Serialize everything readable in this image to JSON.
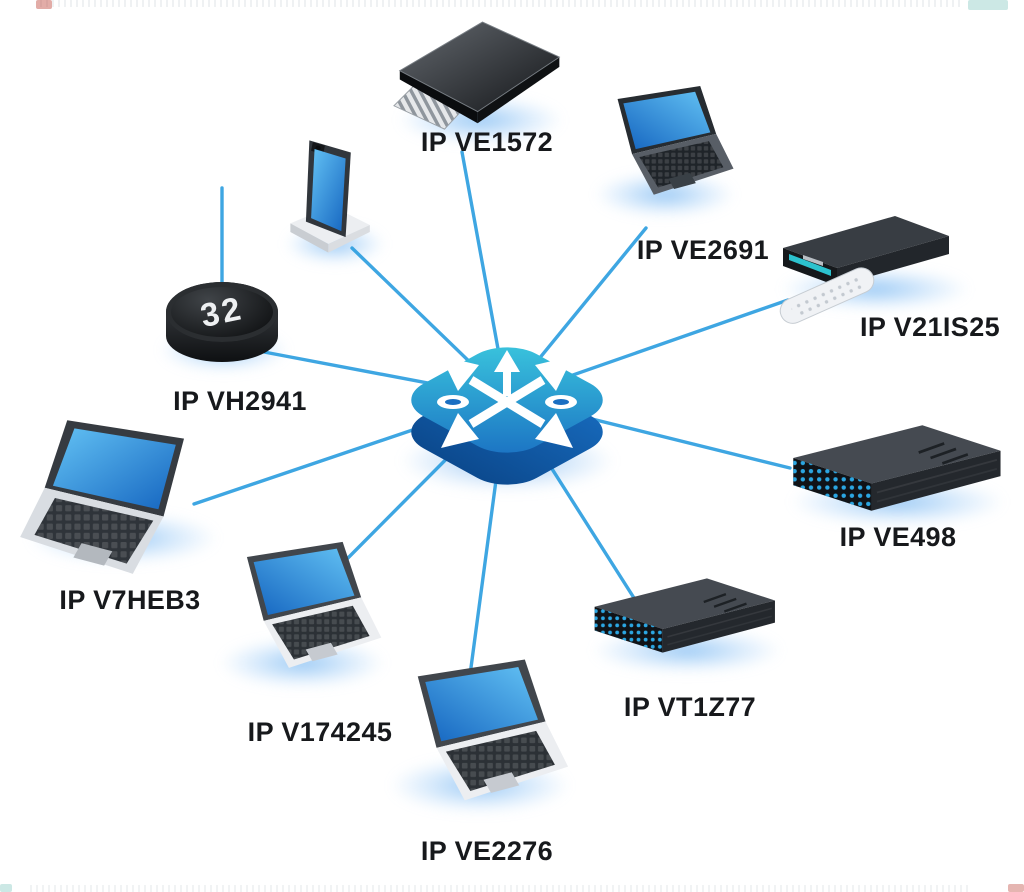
{
  "type": "network-topology-diagram",
  "background": "#ffffff",
  "hub": {
    "icon": "multi-directional-arrows-router-icon",
    "top_color_start": "#3bc8de",
    "top_color_end": "#1a6fc2",
    "side_color": "#0c4a8f"
  },
  "line_color": "#2e9fe0",
  "label_color": "#17191c",
  "screen_color_start": "#63c2f4",
  "screen_color_end": "#1565c0",
  "server_led_color": "#2ba6e2",
  "accent_teal": "#2cc2ce",
  "nodes": [
    {
      "id": "flash-storage",
      "device": "flash-drive-chip",
      "label": "IP VE1572"
    },
    {
      "id": "laptop-top-right",
      "device": "laptop",
      "label": "IP VE2691"
    },
    {
      "id": "set-top-box",
      "device": "set-top-box-with-remote",
      "label": "IP V21IS25"
    },
    {
      "id": "server-right",
      "device": "server",
      "label": "IP VE498"
    },
    {
      "id": "server-bottom",
      "device": "server",
      "label": "IP VT1Z77"
    },
    {
      "id": "laptop-bottom",
      "device": "laptop",
      "label": "IP VE2276"
    },
    {
      "id": "laptop-mid-left",
      "device": "laptop",
      "label": "IP V174245"
    },
    {
      "id": "laptop-left",
      "device": "laptop",
      "label": "IP V7HEB3"
    },
    {
      "id": "smart-puck",
      "device": "round-hub-device",
      "label": "IP VH2941",
      "top_glyph": "32"
    },
    {
      "id": "phone-dock",
      "device": "phone-on-stand",
      "label": ""
    }
  ]
}
